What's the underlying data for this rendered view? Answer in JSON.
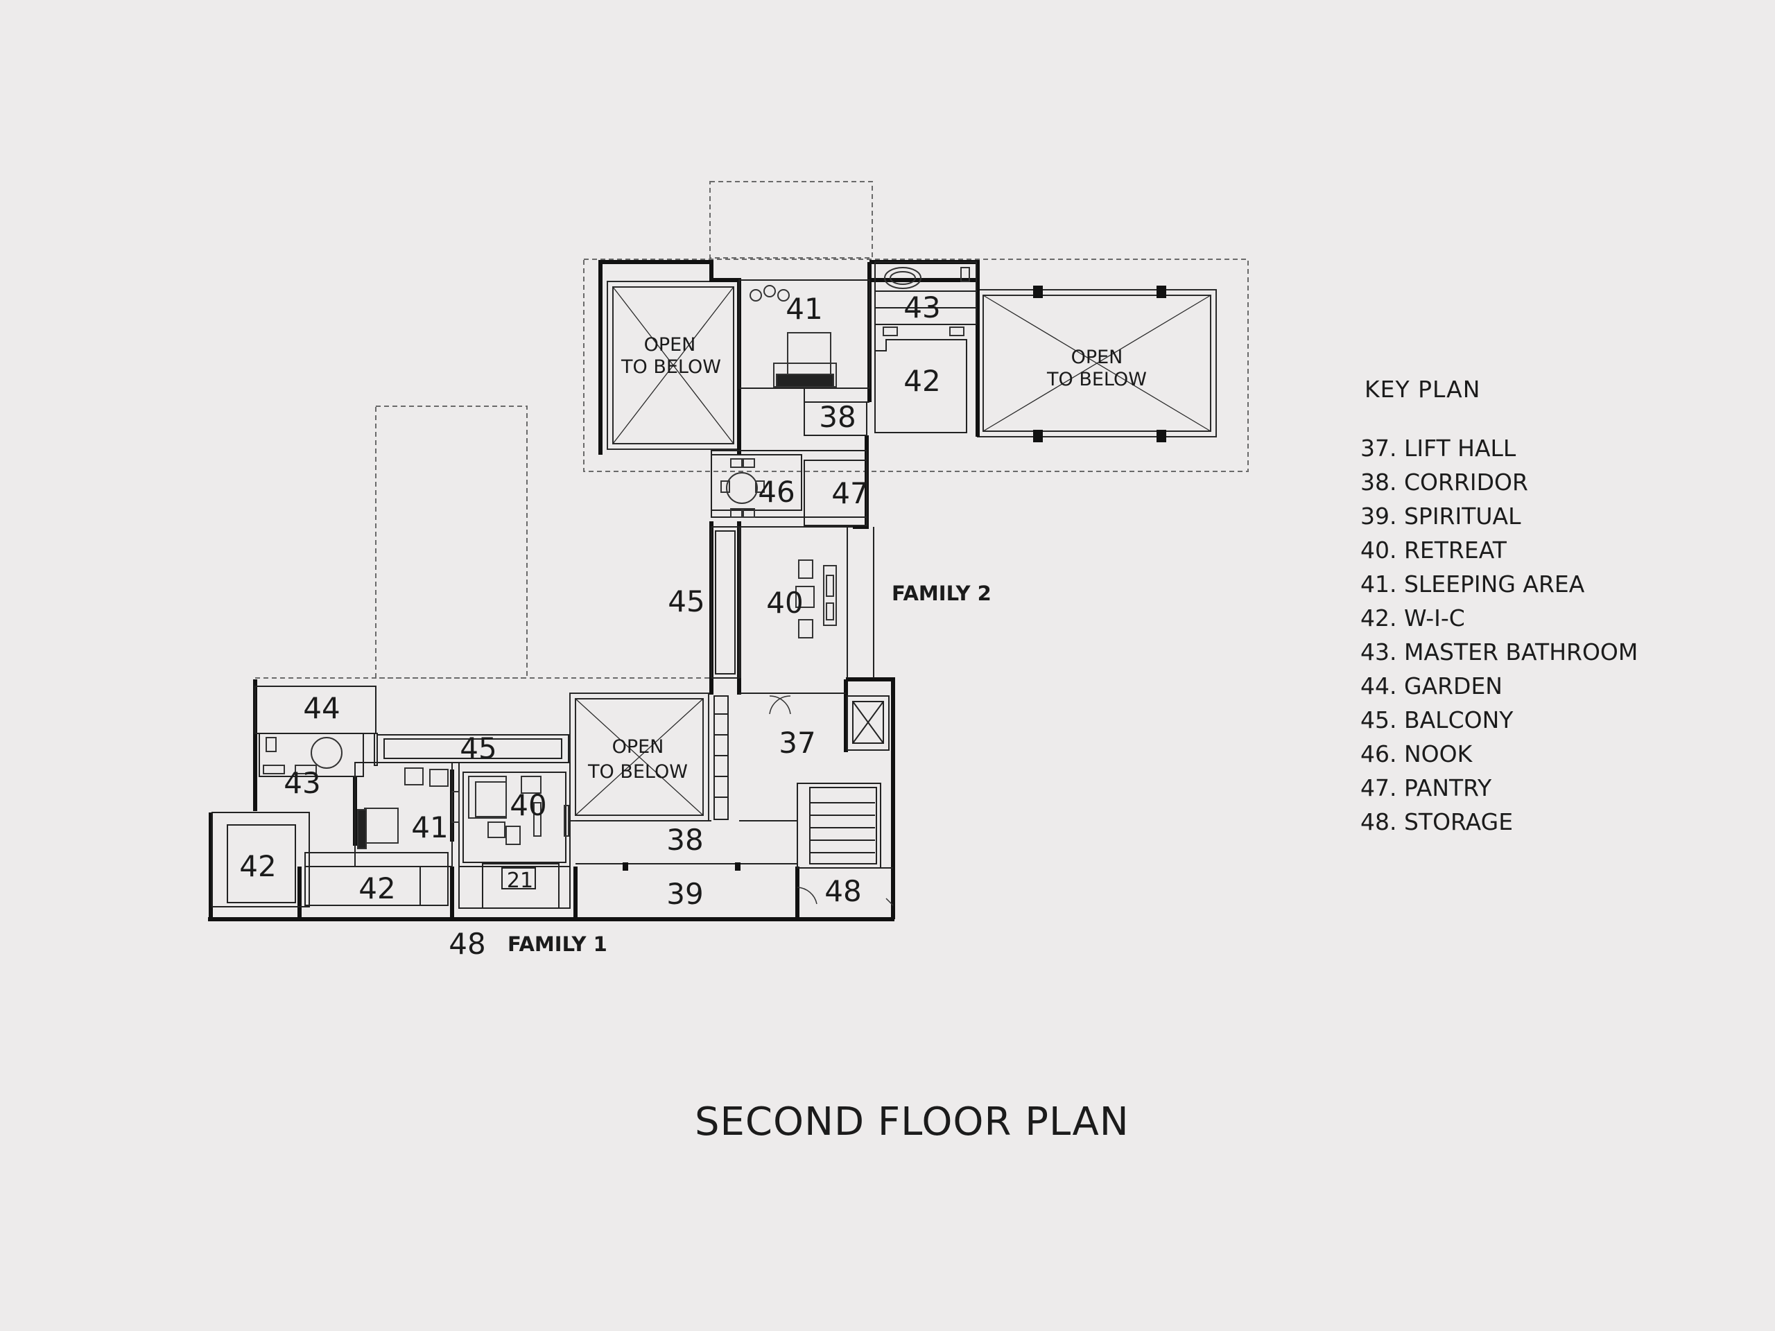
{
  "plan": {
    "title": "SECOND FLOOR PLAN",
    "family_labels": [
      "FAMILY 2",
      "FAMILY 1"
    ],
    "open_to_below": {
      "line1": "OPEN",
      "line2": "TO BELOW"
    },
    "room_numbers": [
      "41",
      "43",
      "42",
      "38",
      "46",
      "47",
      "45",
      "40",
      "44",
      "45",
      "43",
      "40",
      "41",
      "37",
      "42",
      "42",
      "21",
      "38",
      "39",
      "48",
      "48"
    ]
  },
  "key_plan": {
    "title": "KEY PLAN",
    "items": [
      "37. LIFT HALL",
      "38. CORRIDOR",
      "39. SPIRITUAL",
      "40. RETREAT",
      "41. SLEEPING AREA",
      "42. W-I-C",
      "43. MASTER BATHROOM",
      "44. GARDEN",
      "45. BALCONY",
      "46. NOOK",
      "47. PANTRY",
      "48. STORAGE"
    ]
  }
}
